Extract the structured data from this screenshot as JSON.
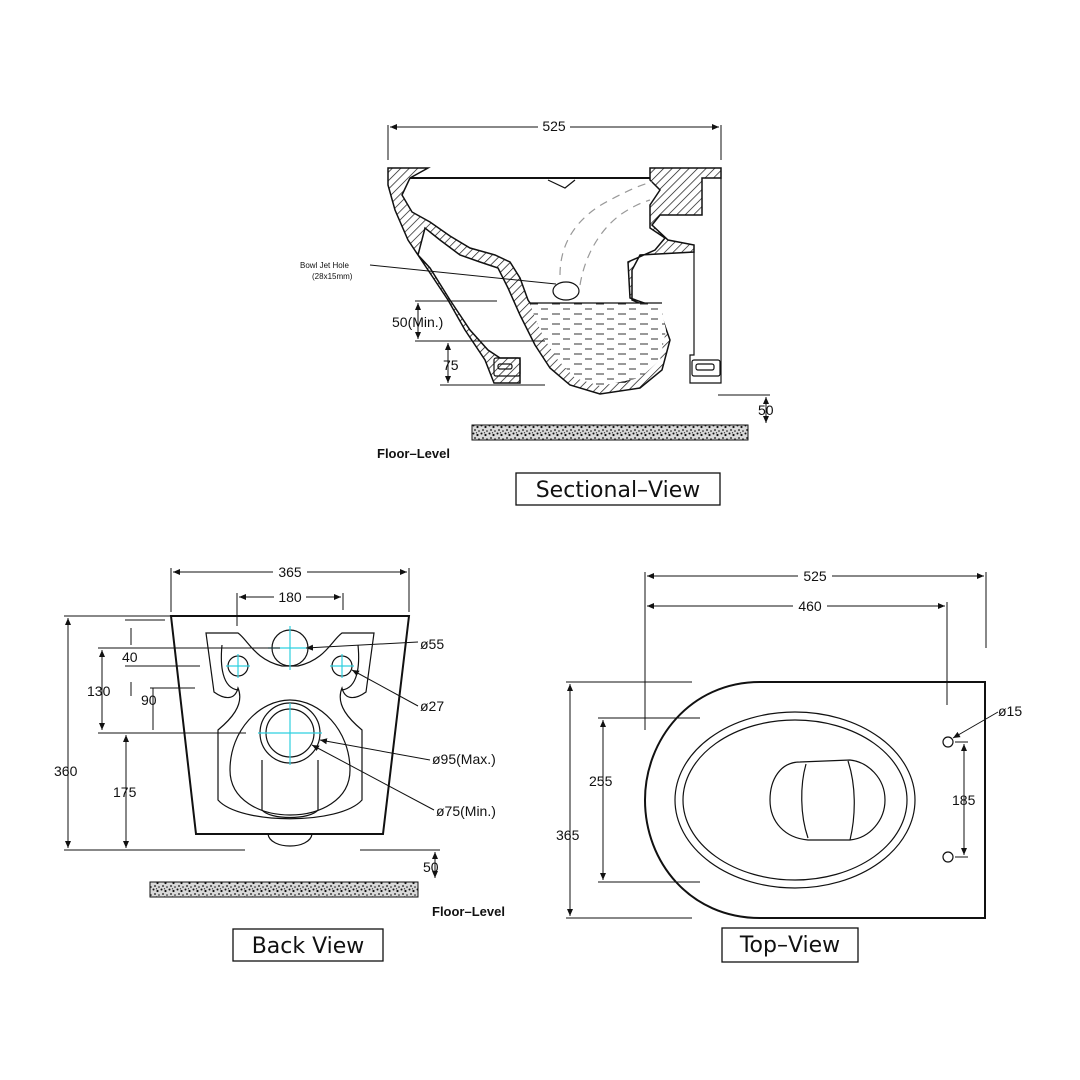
{
  "sectional_view": {
    "title": "Sectional–View",
    "dims": {
      "width": "525",
      "jet_hole_label": "Bowl Jet Hole",
      "jet_hole_size": "(28x15mm)",
      "min_50": "50(Min.)",
      "h75": "75",
      "gap50": "50"
    },
    "floor_label": "Floor–Level"
  },
  "back_view": {
    "title": "Back View",
    "dims": {
      "width": "365",
      "inner": "180",
      "d55": "ø55",
      "d27": "ø27",
      "d95": "ø95(Max.)",
      "d75": "ø75(Min.)",
      "v40": "40",
      "v130": "130",
      "v90": "90",
      "v360": "360",
      "v175": "175",
      "gap50": "50"
    },
    "floor_label": "Floor–Level"
  },
  "top_view": {
    "title": "Top–View",
    "dims": {
      "length": "525",
      "inner": "460",
      "d15": "ø15",
      "v255": "255",
      "v185": "185",
      "v365": "365"
    }
  }
}
